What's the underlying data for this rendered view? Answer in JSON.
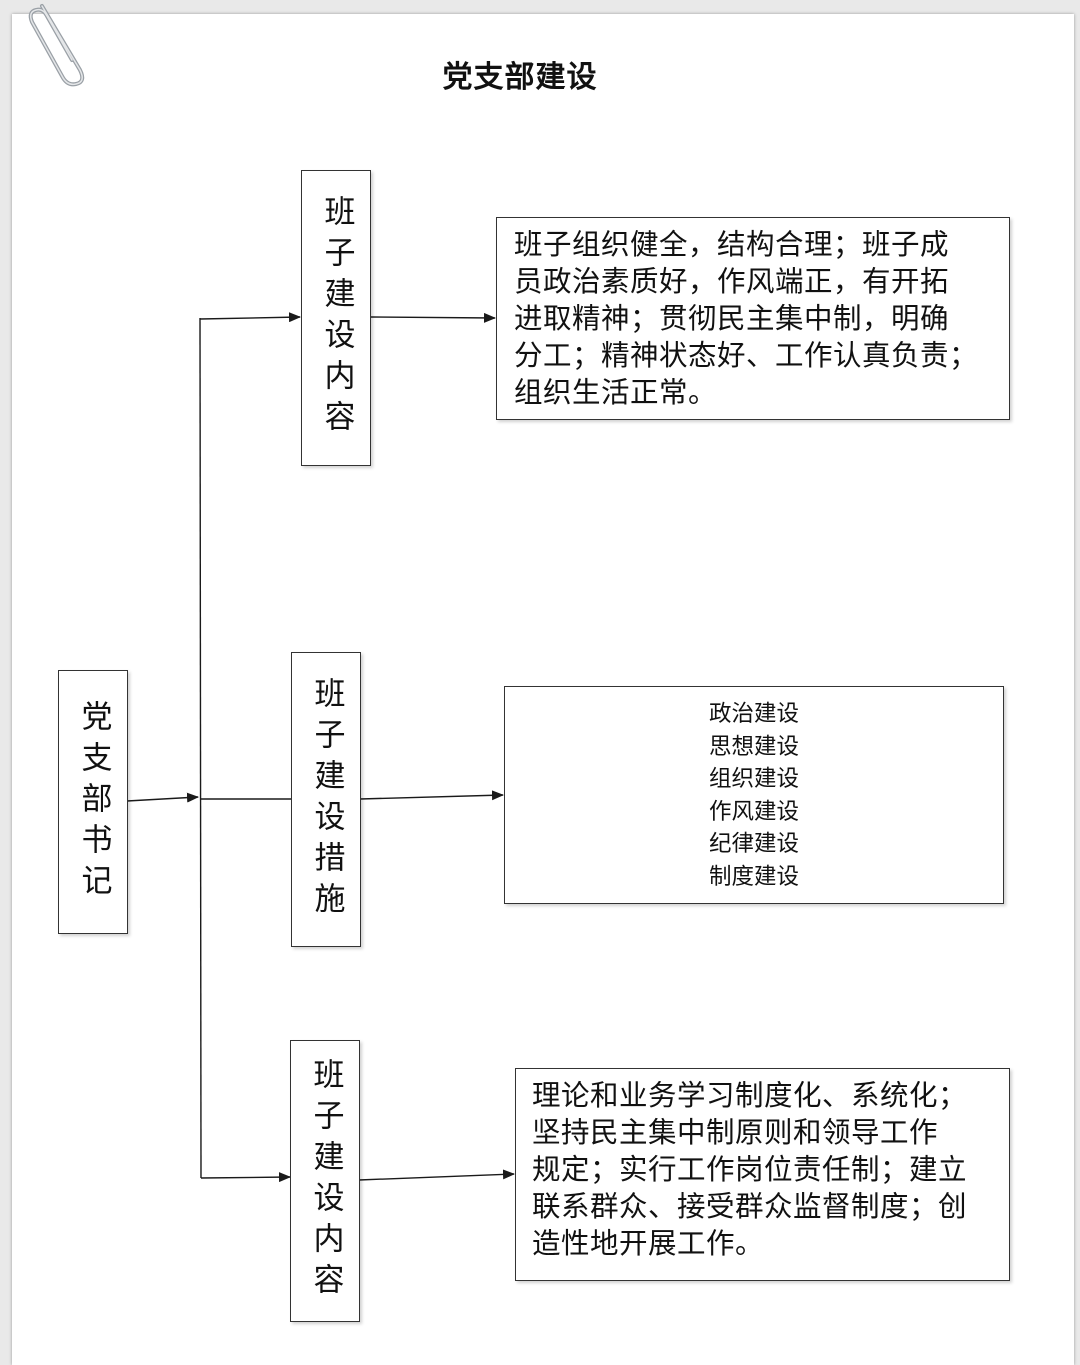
{
  "title": "党支部建设",
  "root": {
    "label": "党支部书记"
  },
  "branches": [
    {
      "label": "班子建设内容",
      "detail": "班子组织健全，结构合理；班子成\n员政治素质好，作风端正，有开拓\n进取精神；贯彻民主集中制，明确\n分工；精神状态好、工作认真负责；\n组织生活正常。"
    },
    {
      "label": "班子建设措施",
      "detail_items": [
        "政治建设",
        "思想建设",
        "组织建设",
        "作风建设",
        "纪律建设",
        "制度建设"
      ]
    },
    {
      "label": "班子建设内容",
      "detail": "理论和业务学习制度化、系统化；\n坚持民主集中制原则和领导工作\n规定；实行工作岗位责任制；建立\n联系群众、接受群众监督制度；创\n造性地开展工作。"
    }
  ],
  "colors": {
    "line": "#1a1a1a",
    "page": "#ffffff",
    "frame": "#e9e9e9"
  },
  "icons": [
    "paperclip-icon"
  ]
}
